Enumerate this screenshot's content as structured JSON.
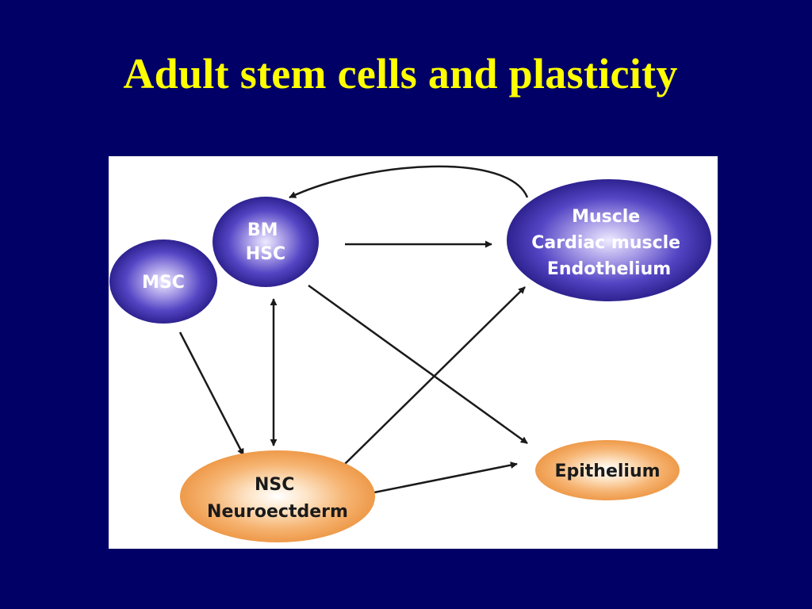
{
  "slide": {
    "title": "Adult stem cells and plasticity",
    "title_color": "#ffff00",
    "background_color": "#000066"
  },
  "diagram": {
    "background_color": "#ffffff",
    "colors": {
      "blue_node": "#3b2fa8",
      "orange_node": "#f0a050",
      "arrow": "#1a1a1a"
    },
    "nodes": {
      "bm_hsc": [
        "BM",
        "HSC"
      ],
      "msc": [
        "MSC"
      ],
      "muscle": [
        "Muscle",
        "Cardiac muscle",
        "Endothelium"
      ],
      "nsc": [
        "NSC",
        "Neuroectderm"
      ],
      "epithelium": [
        "Epithelium"
      ]
    },
    "edges": [
      {
        "from": "muscle",
        "to": "bm_hsc",
        "direction": "one-way"
      },
      {
        "from": "bm_hsc",
        "to": "muscle",
        "direction": "one-way"
      },
      {
        "from": "bm_hsc",
        "to": "nsc",
        "direction": "two-way"
      },
      {
        "from": "bm_hsc",
        "to": "epithelium",
        "direction": "one-way"
      },
      {
        "from": "msc",
        "to": "nsc",
        "direction": "one-way"
      },
      {
        "from": "nsc",
        "to": "muscle",
        "direction": "one-way"
      },
      {
        "from": "nsc",
        "to": "epithelium",
        "direction": "one-way"
      }
    ]
  }
}
